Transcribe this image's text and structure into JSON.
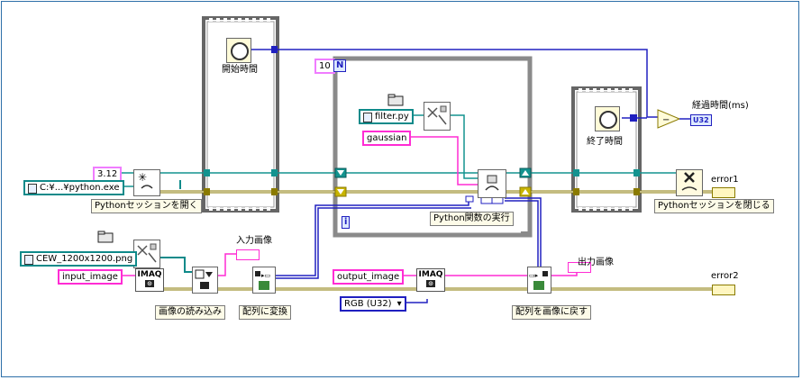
{
  "loop_count": "10",
  "loop_count_terminal": "N",
  "iteration_terminal": "i",
  "version_const": "3.12",
  "python_path": "C:¥...¥python.exe",
  "script_path": "filter.py",
  "filter_name": "gaussian",
  "image_path": "CEW_1200x1200.png",
  "input_image_name": "input_image",
  "output_image_name": "output_image",
  "image_type": "RGB (U32)",
  "labels": {
    "open_session": "Pythonセッションを開く",
    "close_session": "Pythonセッションを閉じる",
    "start_time": "開始時間",
    "end_time": "終了時間",
    "elapsed_time": "経過時間(ms)",
    "run_function": "Python関数の実行",
    "read_image": "画像の読み込み",
    "to_array": "配列に変換",
    "array_to_image": "配列を画像に戻す",
    "input_image": "入力画像",
    "output_image": "出力画像",
    "error1": "error1",
    "error2": "error2"
  },
  "indicators": {
    "elapsed_type": "U32"
  },
  "imaq_text": "IMAQ",
  "colors": {
    "int_wire": "#2020c0",
    "cluster_wire": "#13938f",
    "error_wire": "#8a7a00",
    "string_wire": "#ff2cd4",
    "path_wire": "#0f8a8a",
    "structure": "#666666"
  }
}
